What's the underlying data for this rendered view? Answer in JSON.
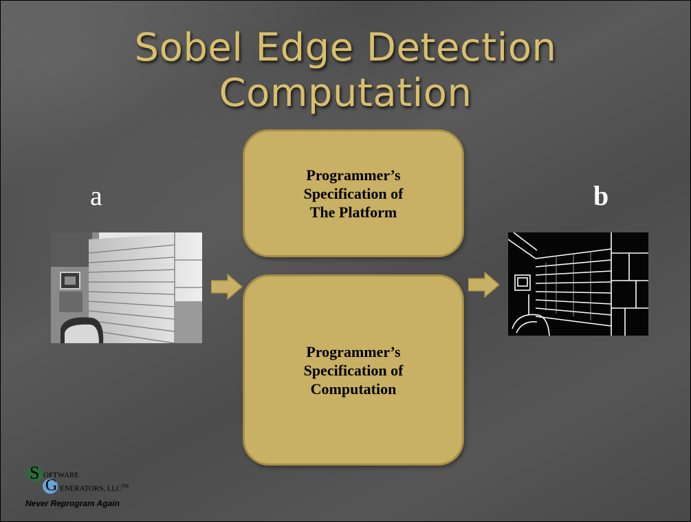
{
  "slide": {
    "title_lines": [
      "Sobel Edge Detection",
      "Computation"
    ],
    "label_a": "a",
    "label_b": "b"
  },
  "boxes": {
    "platform": {
      "lines": [
        "Programmer’s",
        "Specification of",
        "The Platform"
      ]
    },
    "computation": {
      "lines": [
        "Programmer’s",
        "Specification of",
        "Computation"
      ]
    }
  },
  "images": {
    "input": "grayscale photo of a brick wall corner with a chair and TV",
    "output": "Sobel edge-detected version of the brick wall photo"
  },
  "logo": {
    "letter_s": "S",
    "letter_g": "G",
    "line1": "OFTWARE",
    "line2": "ENERATORS, LLC",
    "trademark": "TM",
    "tagline": "Never Reprogram Again"
  },
  "colors": {
    "title": "#d9bf6c",
    "box_fill": "#c8b064",
    "box_border": "#a58e45",
    "arrow": "#c8b064"
  }
}
